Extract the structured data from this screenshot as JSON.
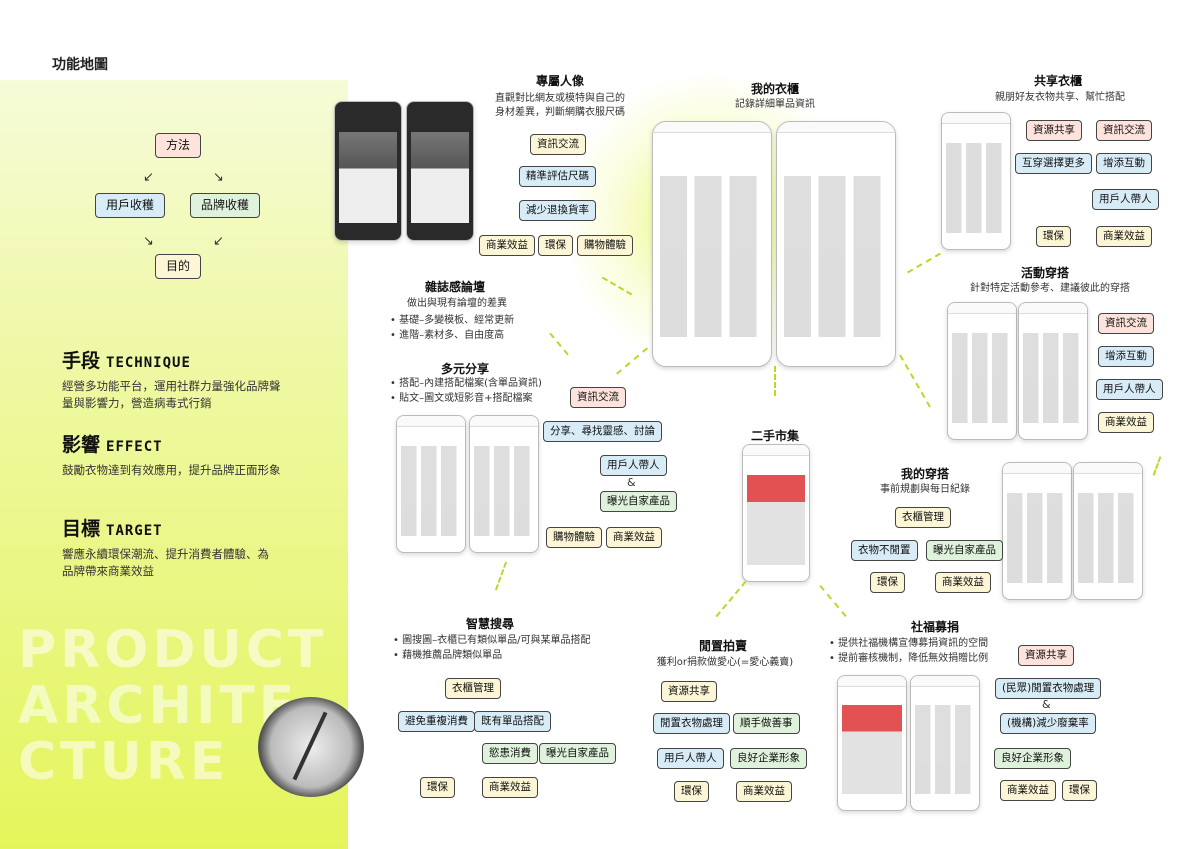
{
  "page_title": "功能地圖",
  "watermark": [
    "PRODUCT",
    "ARCHITE",
    "CTURE"
  ],
  "method_diagram": {
    "top": "方法",
    "left": "用戶收穫",
    "right": "品牌收穫",
    "bottom": "目的"
  },
  "sections": {
    "technique": {
      "zh": "手段",
      "en": "TECHNIQUE",
      "desc": "經營多功能平台，運用社群力量強化品牌聲量與影響力，營造病毒式行銷"
    },
    "effect": {
      "zh": "影響",
      "en": "EFFECT",
      "desc": "鼓勵衣物達到有效應用，提升品牌正面形象"
    },
    "target": {
      "zh": "目標",
      "en": "TARGET",
      "desc": "響應永續環保潮流、提升消費者體驗、為品牌帶來商業效益"
    }
  },
  "features": {
    "avatar": {
      "title": "專屬人像",
      "sub1": "直觀對比網友或模特與自己的",
      "sub2": "身材差異，判斷網購衣服尺碼",
      "boxes": [
        "資訊交流",
        "精準評估尺碼",
        "減少退換貨率",
        "商業效益",
        "環保",
        "購物體驗"
      ]
    },
    "closet": {
      "title": "我的衣櫃",
      "sub": "記錄詳細單品資訊"
    },
    "shared": {
      "title": "共享衣櫃",
      "sub": "親朋好友衣物共享、幫忙搭配",
      "boxes": [
        "資源共享",
        "資訊交流",
        "互穿選擇更多",
        "增添互動",
        "用戶人帶人",
        "環保",
        "商業效益"
      ]
    },
    "event": {
      "title": "活動穿搭",
      "sub": "針對特定活動參考、建議彼此的穿搭",
      "boxes": [
        "資訊交流",
        "增添互動",
        "用戶人帶人",
        "商業效益"
      ]
    },
    "magazine": {
      "title": "雜誌感論壇",
      "sub": "做出與現有論壇的差異",
      "bullets": [
        "基礎–多變模板、經常更新",
        "進階–素材多、自由度高"
      ]
    },
    "share": {
      "title": "多元分享",
      "bullets": [
        "搭配–內建搭配檔案(含單品資訊)",
        "貼文–圖文或短影音+搭配檔案"
      ],
      "boxes": [
        "資訊交流",
        "分享、尋找靈感、討論",
        "用戶人帶人",
        "&",
        "曝光自家產品",
        "購物體驗",
        "商業效益"
      ]
    },
    "second": {
      "title": "二手市集"
    },
    "outfit": {
      "title": "我的穿搭",
      "sub": "事前規劃與每日紀錄",
      "boxes": [
        "衣櫃管理",
        "衣物不閒置",
        "曝光自家產品",
        "環保",
        "商業效益"
      ]
    },
    "search": {
      "title": "智慧搜尋",
      "bullets": [
        "圖搜圖–衣櫃已有類似單品/可與某單品搭配",
        "藉機推薦品牌類似單品"
      ],
      "boxes": [
        "衣櫃管理",
        "避免重複消費",
        "既有單品搭配",
        "慾患消費",
        "曝光自家產品",
        "環保",
        "商業效益"
      ]
    },
    "idle": {
      "title": "閒置拍賣",
      "sub": "獲利or捐款做愛心(=愛心義賣)",
      "boxes": [
        "資源共享",
        "閒置衣物處理",
        "順手做善事",
        "用戶人帶人",
        "良好企業形象",
        "環保",
        "商業效益"
      ]
    },
    "charity": {
      "title": "社福募捐",
      "bullets": [
        "提供社福機構宣傳募捐資訊的空間",
        "提前審核機制，降低無效捐贈比例"
      ],
      "boxes": [
        "資源共享",
        "(民眾)閒置衣物處理",
        "&",
        "(機構)減少廢棄率",
        "良好企業形象",
        "商業效益",
        "環保"
      ]
    }
  },
  "colors": {
    "accent": "#e4f55c",
    "yellow_box": "#fcf6d6",
    "blue_box": "#d7ecf7",
    "green_box": "#dff2dc",
    "pink_box": "#fde3dc"
  }
}
